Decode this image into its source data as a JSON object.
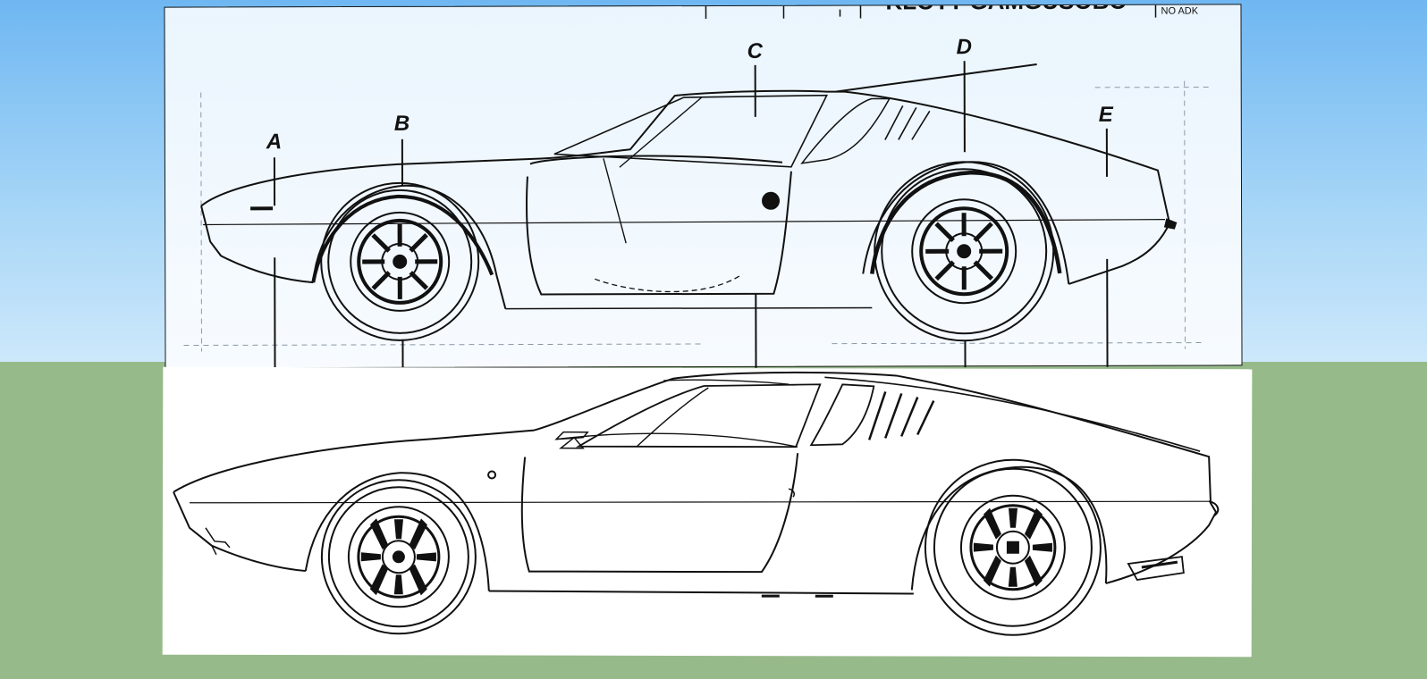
{
  "scene": {
    "colors": {
      "sky_top": "#6fb7f2",
      "sky_bottom": "#cde8fb",
      "ground": "#97ba8b",
      "ink": "#111111",
      "paper_top": "#eef7fd",
      "paper_bottom": "#ffffff"
    }
  },
  "blueprint": {
    "header_text": "KLOTT GAMGUSOBO",
    "header_small": "NO ADK",
    "labels": [
      "A",
      "B",
      "C",
      "D",
      "E"
    ]
  },
  "line_drawing": {}
}
